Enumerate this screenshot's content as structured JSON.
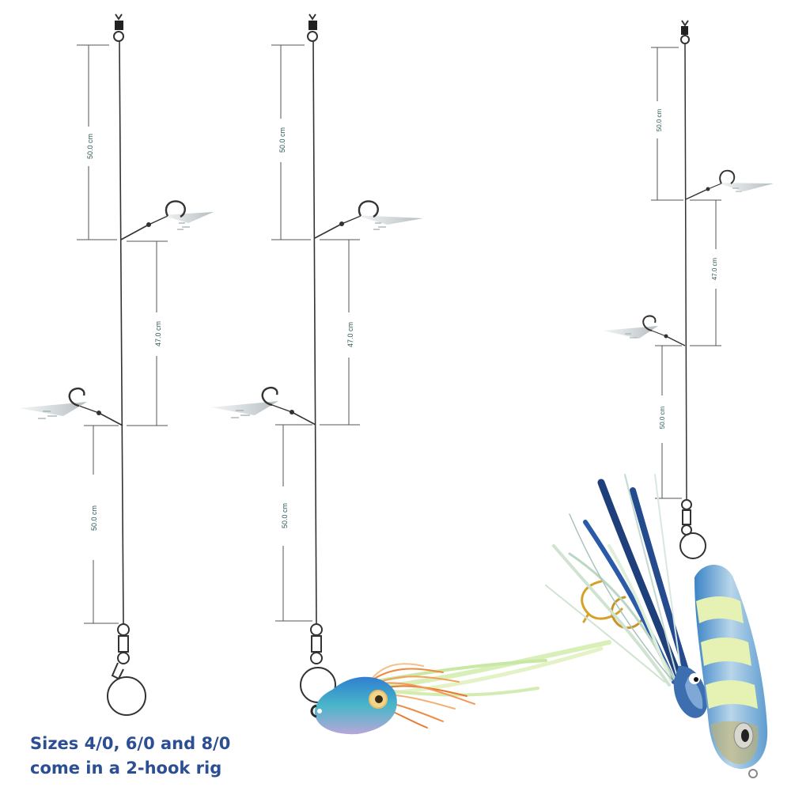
{
  "caption": {
    "line1": "Sizes 4/0, 6/0 and 8/0",
    "line2": "come in a 2-hook rig"
  },
  "rig_left": {
    "dim_top": "50.0 cm",
    "dim_mid": "47.0 cm",
    "dim_bottom": "50.0 cm"
  },
  "rig_middle": {
    "dim_top": "50.0 cm",
    "dim_mid": "47.0 cm",
    "dim_bottom": "50.0 cm"
  },
  "rig_right": {
    "dim_top": "50.0 cm",
    "dim_mid": "47.0 cm",
    "dim_bottom": "50.0 cm"
  },
  "colors": {
    "caption": "#2c4f94",
    "line": "#333333",
    "dimension": "#555555",
    "jig_head": "#3d8fd1",
    "skirt_orange": "#f08a3c",
    "skirt_green": "#c8e6a0",
    "jig_glow": "#e6f2b4",
    "jig_body": "#5aa3d8"
  }
}
